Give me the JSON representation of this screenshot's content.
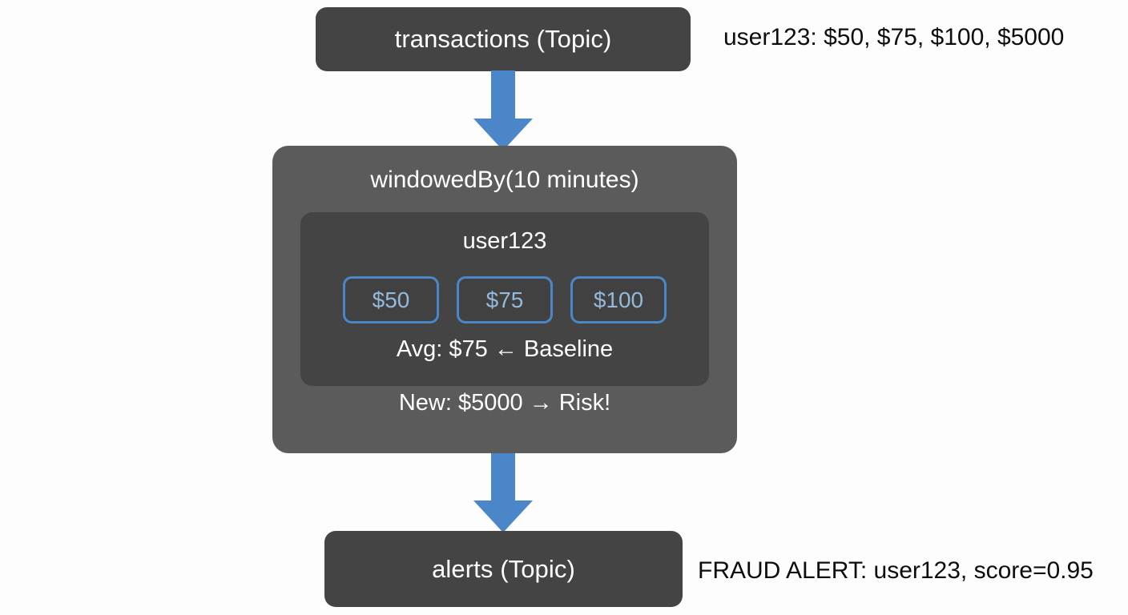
{
  "diagram": {
    "title": "Kafka Streams windowed fraud detection flow",
    "background_color": "#fdfdfd",
    "accent_color": "#4a86c8",
    "box_color": "#444444",
    "processor_color": "#5b5b5b",
    "chip_text_color": "#93b9dd"
  },
  "nodes": {
    "source_topic": {
      "label": "transactions (Topic)",
      "kind": "topic"
    },
    "processor": {
      "label": "windowedBy(10 minutes)",
      "kind": "processor",
      "state": {
        "key": "user123",
        "chips": [
          {
            "label": "$50"
          },
          {
            "label": "$75"
          },
          {
            "label": "$100"
          }
        ],
        "avg_line": "Avg: $75 ← Baseline"
      },
      "new_line": "New: $5000 → Risk!"
    },
    "sink_topic": {
      "label": "alerts (Topic)",
      "kind": "topic"
    }
  },
  "edges": [
    {
      "from": "source_topic",
      "to": "processor",
      "icon": "down-arrow-icon",
      "color": "#4a86c8"
    },
    {
      "from": "processor",
      "to": "sink_topic",
      "icon": "down-arrow-icon",
      "color": "#4a86c8"
    }
  ],
  "annotations": {
    "input_sample": "user123: $50, $75, $100, $5000",
    "output_sample": "FRAUD ALERT: user123, score=0.95"
  }
}
